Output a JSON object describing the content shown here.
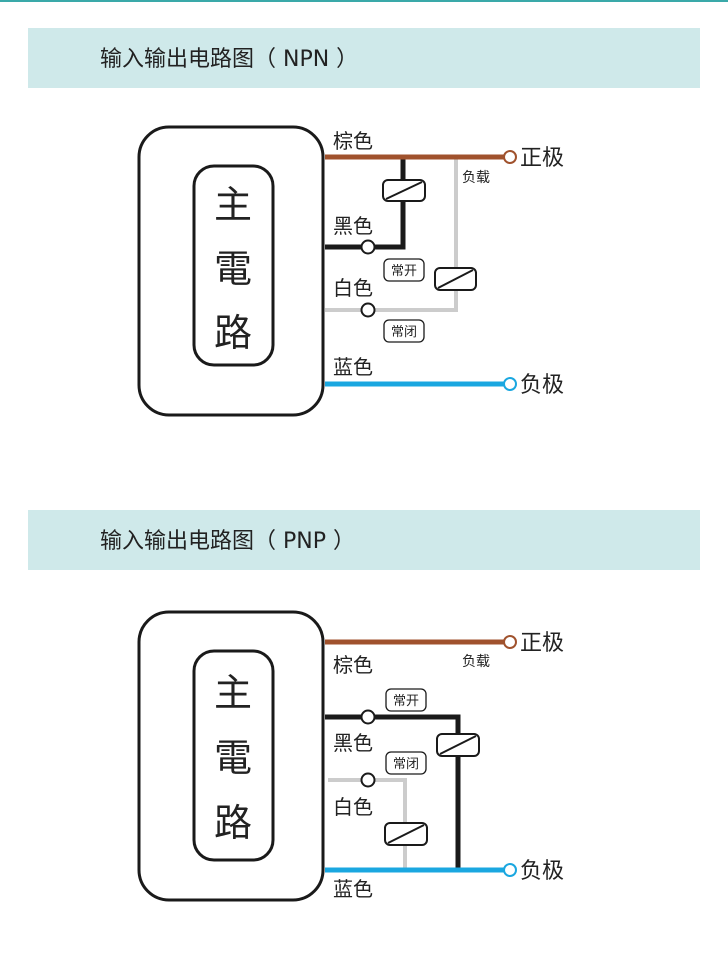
{
  "colors": {
    "header_band": "#cfe9ea",
    "top_rule": "#3aa9a9",
    "brown": "#a0522d",
    "black": "#1a1a1a",
    "white_wire": "#cccccc",
    "blue": "#1aa7e0"
  },
  "npn": {
    "title": "输入输出电路图（ NPN ）",
    "main_circuit": [
      "主",
      "電",
      "路"
    ],
    "wires": {
      "brown": "棕色",
      "black": "黑色",
      "white": "白色",
      "blue": "蓝色"
    },
    "positive": "正极",
    "negative": "负极",
    "load": "负载",
    "normally_open": "常开",
    "normally_closed": "常闭"
  },
  "pnp": {
    "title": "输入输出电路图（ PNP ）",
    "main_circuit": [
      "主",
      "電",
      "路"
    ],
    "wires": {
      "brown": "棕色",
      "black": "黑色",
      "white": "白色",
      "blue": "蓝色"
    },
    "positive": "正极",
    "negative": "负极",
    "load": "负载",
    "normally_open": "常开",
    "normally_closed": "常闭"
  }
}
